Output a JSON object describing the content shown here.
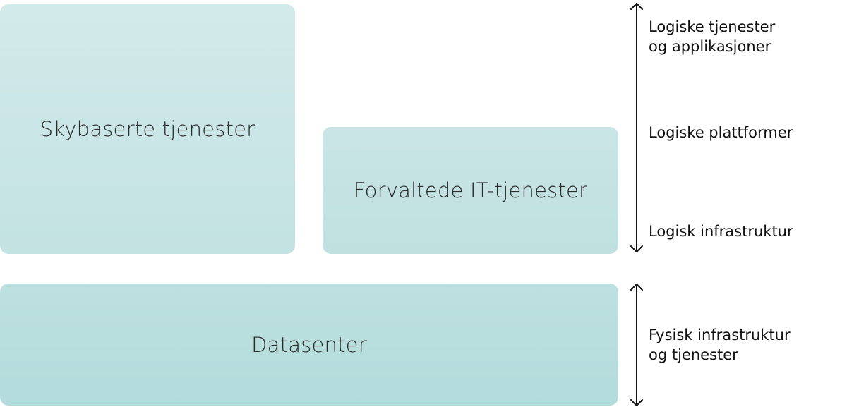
{
  "boxes": {
    "cloud": "Skybaserte tjenester",
    "managed": "Forvaltede IT-tjenester",
    "datacenter": "Datasenter"
  },
  "layers": {
    "upper": {
      "line1": "Logiske tjenester",
      "line2": "og applikasjoner",
      "platforms": "Logiske plattformer",
      "infrastructure": "Logisk infrastruktur"
    },
    "lower": {
      "line1": "Fysisk infrastruktur",
      "line2": "og tjenester"
    }
  },
  "colors": {
    "box_light": "#d2eaea",
    "box_mid": "#c3e2e2",
    "box_dark": "#b3dbdb",
    "arrow": "#111111"
  }
}
